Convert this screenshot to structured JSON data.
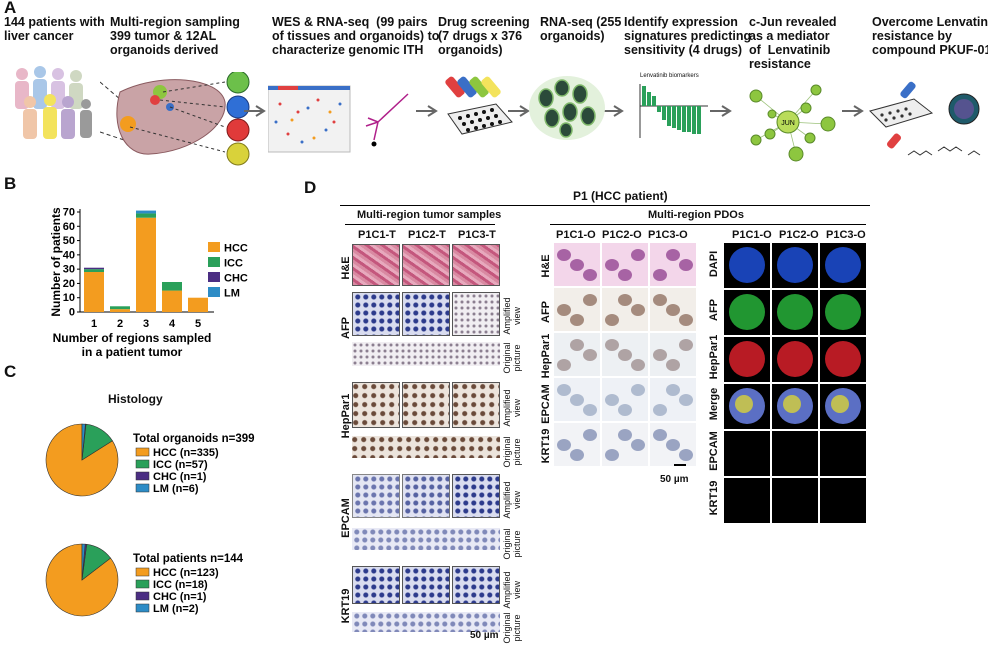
{
  "panelA": {
    "letter": "A",
    "steps": [
      "144 patients with\nliver cancer",
      "Multi-region sampling\n399 tumor & 12AL\norganoids derived",
      "WES & RNA-seq  (99 pairs\nof tissues and organoids) to\ncharacterize genomic ITH",
      "Drug screening\n(7 drugs x 376\norganoids)",
      "RNA-seq (255\norganoids)",
      "Identify expression\nsignatures predicting\nsensitivity (4 drugs)",
      "c-Jun revealed\nas a mediator\nof  Lenvatinib\nresistance",
      "Overcome Lenvatinib\nresistance by\ncompound PKUF-01"
    ],
    "bar_chart_title": "Lenvatinib biomarkers",
    "network_center": "JUN"
  },
  "panelB": {
    "letter": "B",
    "chart_data": {
      "type": "bar",
      "stacked": true,
      "categories": [
        "1",
        "2",
        "3",
        "4",
        "5"
      ],
      "series": [
        {
          "name": "HCC",
          "color": "#f39c1f",
          "values": [
            28,
            2,
            66,
            15,
            10
          ]
        },
        {
          "name": "ICC",
          "color": "#2aa05a",
          "values": [
            2,
            2,
            3,
            6,
            0
          ]
        },
        {
          "name": "CHC",
          "color": "#4b2e83",
          "values": [
            1,
            0,
            0,
            0,
            0
          ]
        },
        {
          "name": "LM",
          "color": "#2d8cc6",
          "values": [
            0,
            0,
            2,
            0,
            0
          ]
        }
      ],
      "ylabel": "Number of patients",
      "xlabel": "Number of regions sampled\nin a patient tumor",
      "ylim": [
        0,
        70
      ],
      "yticks": [
        "0",
        "10",
        "20",
        "30",
        "40",
        "50",
        "60",
        "70"
      ],
      "grid": false,
      "legend": "right"
    }
  },
  "panelC": {
    "letter": "C",
    "title": "Histology",
    "chart_data": [
      {
        "type": "pie",
        "title": "Total organoids n=399",
        "labels": [
          "HCC (n=335)",
          "ICC (n=57)",
          "CHC (n=1)",
          "LM (n=6)"
        ],
        "values": [
          335,
          57,
          1,
          6
        ],
        "colors": [
          "#f39c1f",
          "#2aa05a",
          "#4b2e83",
          "#2d8cc6"
        ]
      },
      {
        "type": "pie",
        "title": "Total patients n=144",
        "labels": [
          "HCC (n=123)",
          "ICC (n=18)",
          "CHC (n=1)",
          "LM (n=2)"
        ],
        "values": [
          123,
          18,
          1,
          2
        ],
        "colors": [
          "#f39c1f",
          "#2aa05a",
          "#4b2e83",
          "#2d8cc6"
        ]
      }
    ]
  },
  "panelD": {
    "letter": "D",
    "title": "P1 (HCC patient)",
    "tumor_header": "Multi-region tumor samples",
    "pdo_header": "Multi-region PDOs",
    "tumor_cols": [
      "P1C1-T",
      "P1C2-T",
      "P1C3-T"
    ],
    "pdo_cols": [
      "P1C1-O",
      "P1C2-O",
      "P1C3-O"
    ],
    "if_cols": [
      "P1C1-O",
      "P1C2-O",
      "P1C3-O"
    ],
    "tumor_rows": [
      "H&E",
      "AFP",
      "HepPar1",
      "EPCAM",
      "KRT19"
    ],
    "pdo_rows": [
      "H&E",
      "AFP",
      "HepPar1",
      "EPCAM",
      "KRT19"
    ],
    "if_rows": [
      "DAPI",
      "AFP",
      "HepPar1",
      "Merge",
      "EPCAM",
      "KRT19"
    ],
    "amplified": "Amplified\nview",
    "original": "Original\npicture",
    "scale_tumor": "50 µm",
    "scale_pdo": "50 µm"
  }
}
